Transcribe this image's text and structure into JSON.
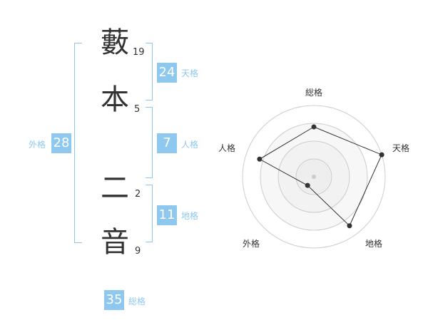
{
  "name": {
    "chars": [
      {
        "char": "藪",
        "strokes": "19"
      },
      {
        "char": "本",
        "strokes": "5"
      },
      {
        "char": "二",
        "strokes": "2"
      },
      {
        "char": "音",
        "strokes": "9"
      }
    ]
  },
  "grids": {
    "tenkaku": {
      "value": "24",
      "label": "天格"
    },
    "jinkaku": {
      "value": "7",
      "label": "人格"
    },
    "chikaku": {
      "value": "11",
      "label": "地格"
    },
    "gaikaku": {
      "value": "28",
      "label": "外格"
    },
    "soukaku": {
      "value": "35",
      "label": "総格"
    }
  },
  "colors": {
    "accent": "#8ec8ee",
    "text": "#333333"
  },
  "chart_data": {
    "type": "radar",
    "axes": [
      "総格",
      "天格",
      "地格",
      "外格",
      "人格"
    ],
    "values": [
      0.7,
      1.0,
      0.85,
      0.15,
      0.8
    ],
    "rings": 4,
    "grid": true
  }
}
